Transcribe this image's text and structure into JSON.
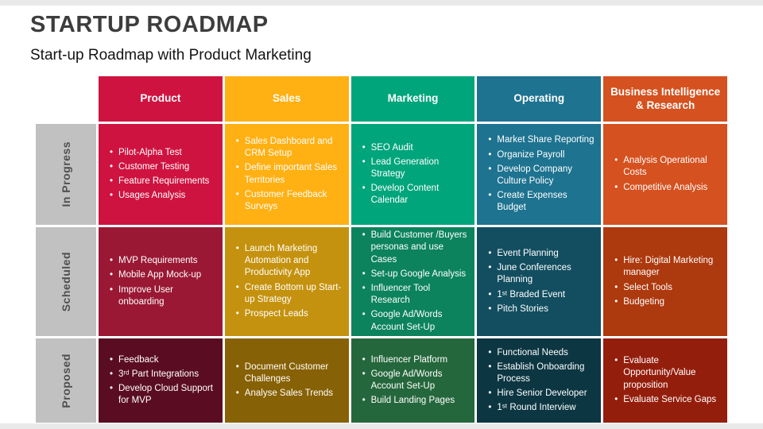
{
  "slide": {
    "title": "STARTUP ROADMAP",
    "subtitle": "Start-up Roadmap with Product Marketing",
    "background": "#FFFFFF",
    "title_color": "#3D3D3D"
  },
  "table": {
    "row_label_bg": "#C1C1C1",
    "row_label_color": "#4F4F4F",
    "columns": [
      {
        "label": "Product",
        "slug": "product",
        "header_color": "#CF1340",
        "row_colors": [
          "#CF1340",
          "#9A1834",
          "#5A0D22"
        ]
      },
      {
        "label": "Sales",
        "slug": "sales",
        "header_color": "#FFB013",
        "row_colors": [
          "#FFB013",
          "#C4920E",
          "#876105"
        ]
      },
      {
        "label": "Marketing",
        "slug": "marketing",
        "header_color": "#01A57B",
        "row_colors": [
          "#01A57B",
          "#0C835C",
          "#25673C"
        ]
      },
      {
        "label": "Operating",
        "slug": "operating",
        "header_color": "#1E7390",
        "row_colors": [
          "#1E7390",
          "#134E60",
          "#0C3642"
        ]
      },
      {
        "label": "Business Intelligence & Research",
        "slug": "business-intelligence-research",
        "header_color": "#D5511F",
        "row_colors": [
          "#D5511F",
          "#AD390E",
          "#941E0C"
        ]
      }
    ],
    "rows": [
      {
        "label": "In Progress",
        "slug": "in-progress"
      },
      {
        "label": "Scheduled",
        "slug": "scheduled"
      },
      {
        "label": "Proposed",
        "slug": "proposed"
      }
    ],
    "cells": [
      [
        [
          "Pilot-Alpha Test",
          "Customer  Testing",
          "Feature Requirements",
          "Usages Analysis"
        ],
        [
          "Sales Dashboard and CRM Setup",
          "Define important Sales Territories",
          "Customer Feedback Surveys"
        ],
        [
          "SEO Audit",
          "Lead Generation Strategy",
          "Develop Content Calendar"
        ],
        [
          "Market Share Reporting",
          "Organize Payroll",
          "Develop Company Culture Policy",
          "Create Expenses Budget"
        ],
        [
          "Analysis Operational Costs",
          "Competitive Analysis"
        ]
      ],
      [
        [
          "MVP Requirements",
          "Mobile App Mock-up",
          "Improve User onboarding"
        ],
        [
          "Launch Marketing Automation and Productivity App",
          "Create Bottom up Start-up Strategy",
          "Prospect Leads"
        ],
        [
          "Build Customer /Buyers personas and use Cases",
          "Set-up Google Analysis",
          "Influencer Tool Research",
          "Google Ad/Words Account Set-Up"
        ],
        [
          "Event Planning",
          "June Conferences Planning",
          "1ˢᵗ Braded Event",
          "Pitch Stories"
        ],
        [
          "Hire: Digital Marketing manager",
          "Select Tools",
          "Budgeting"
        ]
      ],
      [
        [
          "Feedback",
          "3ʳᵈ Part Integrations",
          "Develop Cloud Support for MVP"
        ],
        [
          "Document Customer Challenges",
          "Analyse Sales Trends"
        ],
        [
          "Influencer Platform",
          "Google Ad/Words Account Set-Up",
          "Build Landing Pages"
        ],
        [
          "Functional Needs",
          "Establish Onboarding Process",
          "Hire Senior Developer",
          "1ˢᵗ Round Interview"
        ],
        [
          "Evaluate Opportunity/Value proposition",
          "Evaluate Service Gaps"
        ]
      ]
    ]
  }
}
